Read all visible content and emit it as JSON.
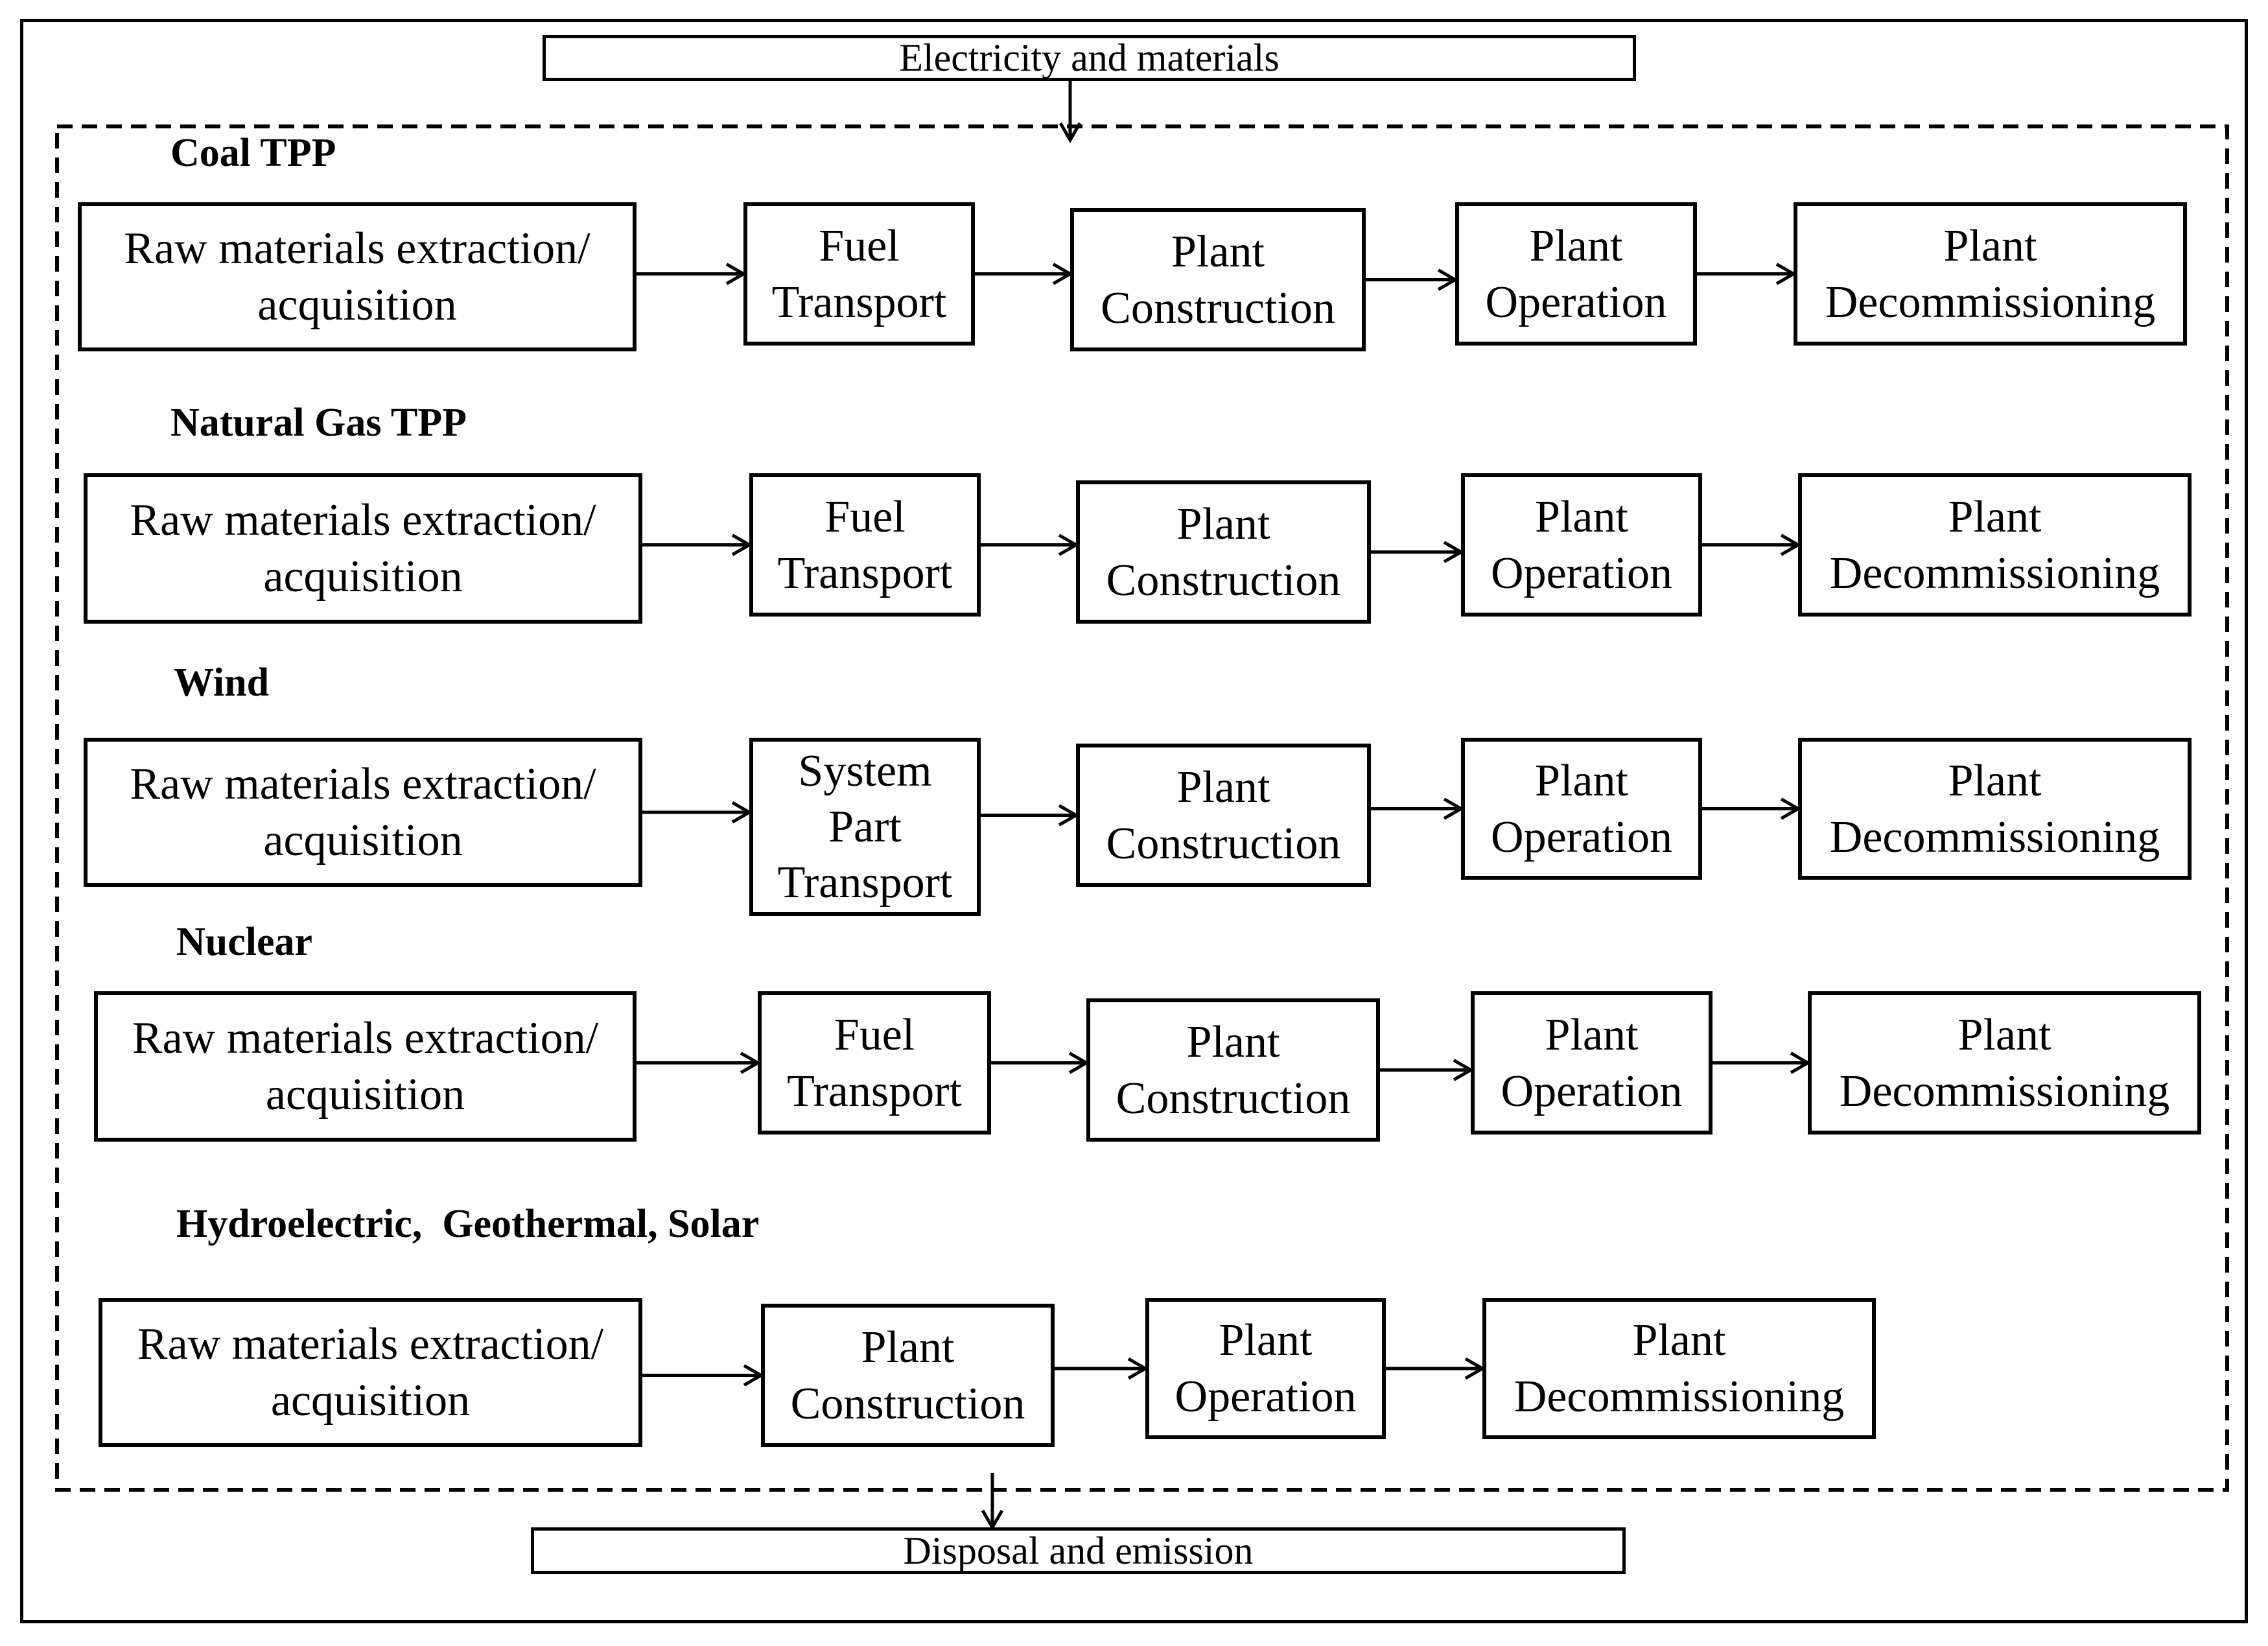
{
  "input": "Electricity and materials",
  "output": "Disposal and emission",
  "groups": [
    {
      "label": "Coal TPP",
      "steps": [
        [
          "Raw materials extraction/",
          "acquisition"
        ],
        [
          "Fuel",
          "Transport"
        ],
        [
          "Plant",
          "Construction"
        ],
        [
          "Plant",
          "Operation"
        ],
        [
          "Plant",
          "Decommissioning"
        ]
      ]
    },
    {
      "label": "Natural Gas TPP",
      "steps": [
        [
          "Raw materials extraction/",
          "acquisition"
        ],
        [
          "Fuel",
          "Transport"
        ],
        [
          "Plant",
          "Construction"
        ],
        [
          "Plant",
          "Operation"
        ],
        [
          "Plant",
          "Decommissioning"
        ]
      ]
    },
    {
      "label": "Wind",
      "steps": [
        [
          "Raw materials extraction/",
          "acquisition"
        ],
        [
          "System",
          "Part",
          "Transport"
        ],
        [
          "Plant",
          "Construction"
        ],
        [
          "Plant",
          "Operation"
        ],
        [
          "Plant",
          "Decommissioning"
        ]
      ]
    },
    {
      "label": "Nuclear",
      "steps": [
        [
          "Raw materials extraction/",
          "acquisition"
        ],
        [
          "Fuel",
          "Transport"
        ],
        [
          "Plant",
          "Construction"
        ],
        [
          "Plant",
          "Operation"
        ],
        [
          "Plant",
          "Decommissioning"
        ]
      ]
    },
    {
      "label": "Hydroelectric,  Geothermal, Solar",
      "steps": [
        [
          "Raw materials extraction/",
          "acquisition"
        ],
        [
          "Plant",
          "Construction"
        ],
        [
          "Plant",
          "Operation"
        ],
        [
          "Plant",
          "Decommissioning"
        ]
      ]
    }
  ]
}
